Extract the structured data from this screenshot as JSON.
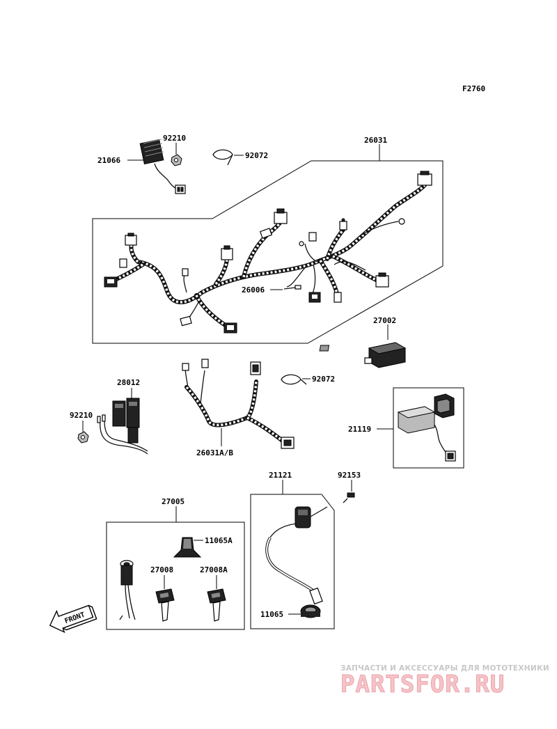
{
  "figure_code": "F2760",
  "labels": {
    "p21066": "21066",
    "p92210_top": "92210",
    "p92072_top": "92072",
    "p26031": "26031",
    "p26006": "26006",
    "p27002": "27002",
    "p28012": "28012",
    "p92210_left": "92210",
    "p26031ab": "26031A/B",
    "p92072_mid": "92072",
    "p21119": "21119",
    "p21121": "21121",
    "p92153": "92153",
    "p27005": "27005",
    "p11065a": "11065A",
    "p27008": "27008",
    "p27008a": "27008A",
    "p11065": "11065"
  },
  "front_arrow": "FRONT",
  "watermark": {
    "caption": "ЗАПЧАСТИ И АКСЕССУАРЫ ДЛЯ МОТОТЕХНИКИ",
    "logo": "PARTSFOR.RU"
  }
}
